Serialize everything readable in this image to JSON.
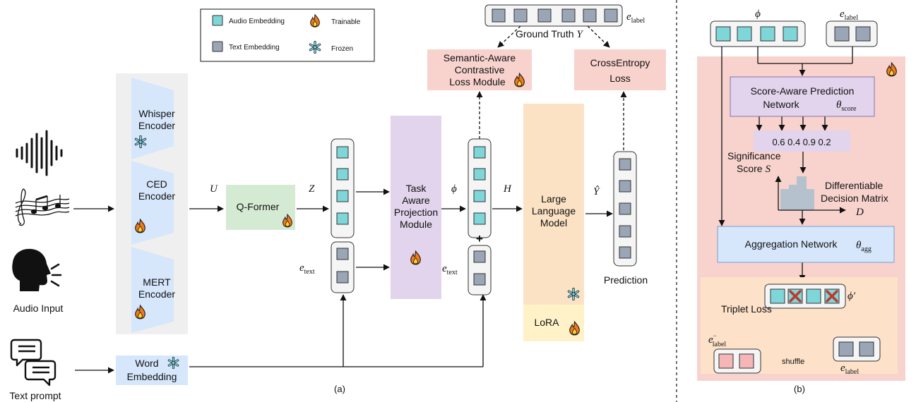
{
  "legend": {
    "audio_embedding": "Audio Embedding",
    "text_embedding": "Text Embedding",
    "trainable": "Trainable",
    "frozen": "Frozen"
  },
  "inputs": {
    "audio_input": "Audio Input",
    "text_prompt": "Text prompt"
  },
  "encoders": {
    "whisper": [
      "Whisper",
      "Encoder"
    ],
    "ced": [
      "CED",
      "Encoder"
    ],
    "mert": [
      "MERT",
      "Encoder"
    ]
  },
  "word_embedding": [
    "Word",
    "Embedding"
  ],
  "qformer": "Q-Former",
  "symbols": {
    "U": "U",
    "Z": "Z",
    "phi": "ϕ",
    "H": "H",
    "Yhat": "Ŷ",
    "Y": "Y",
    "e": "e",
    "text_sub": "text",
    "label_sub": "label",
    "phi_prime": "ϕ′",
    "S": "S",
    "D": "D",
    "theta": "θ",
    "score_sub": "score",
    "agg_sub": "agg",
    "minus": "−",
    "plus": "+"
  },
  "tapm": [
    "Task",
    "Aware",
    "Projection",
    "Module"
  ],
  "llm": [
    "Large",
    "Language",
    "Model"
  ],
  "lora": "LoRA",
  "prediction": "Prediction",
  "ground_truth": "Ground Truth",
  "semantic_loss": [
    "Semantic-Aware",
    "Contrastive",
    "Loss Module"
  ],
  "ce_loss": [
    "CrossEntropy",
    "Loss"
  ],
  "panel_b": {
    "score_network": [
      "Score-Aware Prediction",
      "Network"
    ],
    "scores": "0.6 0.4 0.9 0.2",
    "significance": [
      "Significance",
      "Score"
    ],
    "decision_matrix": [
      "Differentiable",
      "Decision Matrix"
    ],
    "aggregation": "Aggregation Network",
    "triplet": "Triplet Loss",
    "shuffle": "shuffle"
  },
  "captions": {
    "a": "(a)",
    "b": "(b)"
  }
}
